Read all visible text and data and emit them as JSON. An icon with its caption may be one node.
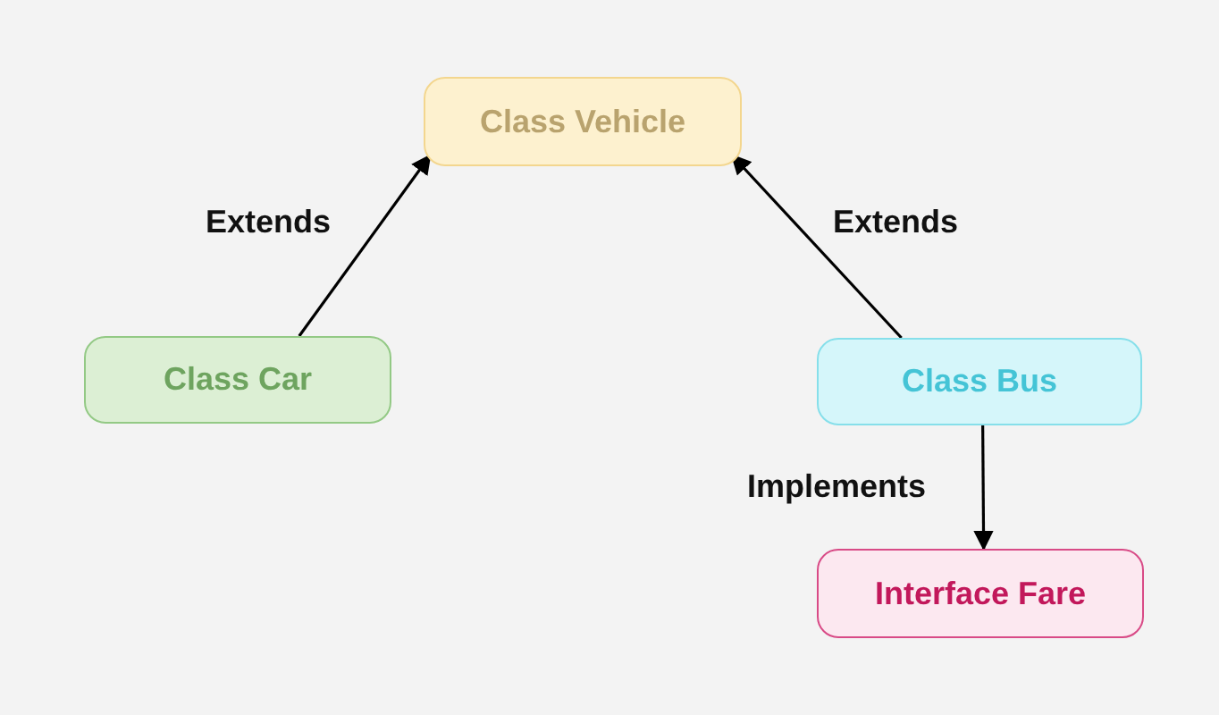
{
  "diagram": {
    "nodes": [
      {
        "text": [
          "Class Vehicle"
        ]
      },
      {
        "text": [
          "Class Car"
        ]
      },
      {
        "text": [
          "Class Bus"
        ]
      },
      {
        "text": [
          "Interface Fare"
        ]
      }
    ],
    "edges": [
      {
        "from": 1,
        "to": 0,
        "arrow": "to",
        "label": "Extends"
      },
      {
        "from": 2,
        "to": 0,
        "arrow": "to",
        "label": "Extends"
      },
      {
        "from": 2,
        "to": 3,
        "arrow": "to",
        "label": "Implements"
      }
    ]
  }
}
